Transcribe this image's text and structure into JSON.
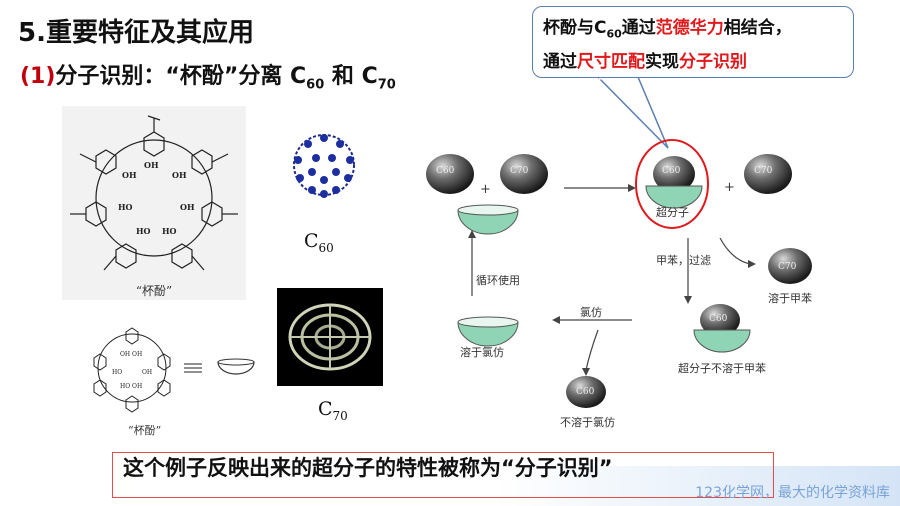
{
  "slide": {
    "heading": "5.重要特征及其应用",
    "subheading_num": "(1)",
    "subheading_text": "分子识别：“杯酚”分离 C",
    "sub60": "60",
    "sub_and": " 和 C",
    "sub70": "70"
  },
  "callout": {
    "l1_a": "杯酚与C",
    "l1_sub": "60",
    "l1_b": "通过",
    "l1_red": "范德华力",
    "l1_c": "相结合，",
    "l2_a": "通过",
    "l2_red1": "尺寸匹配",
    "l2_b": "实现",
    "l2_red2": "分子识别"
  },
  "figures": {
    "calix_label1": "“杯酚”",
    "calix_label2": "“杯酚”",
    "c60_label": "C",
    "c60_sub": "60",
    "c70_label": "C",
    "c70_sub": "70"
  },
  "flow": {
    "plus1": "+",
    "plus2": "+",
    "supramolecule": "超分子",
    "toluene_filter": "甲苯，过滤",
    "dissolve_toluene": "溶于甲苯",
    "recycle": "循环使用",
    "chloroform": "氯仿",
    "super_insoluble": "超分子不溶于甲苯",
    "dissolve_chloroform": "溶于氯仿",
    "insoluble_chloroform": "不溶于氯仿",
    "ball60": "C60",
    "ball70": "C70"
  },
  "bottom": {
    "text": "这个例子反映出来的超分子的特性被称为“分子识别”"
  },
  "watermark": "123化学网，最大的化学资料库",
  "colors": {
    "accent_red": "#e0191c",
    "bowl_green": "#8fd4b4",
    "callout_border": "#5b7fae"
  }
}
